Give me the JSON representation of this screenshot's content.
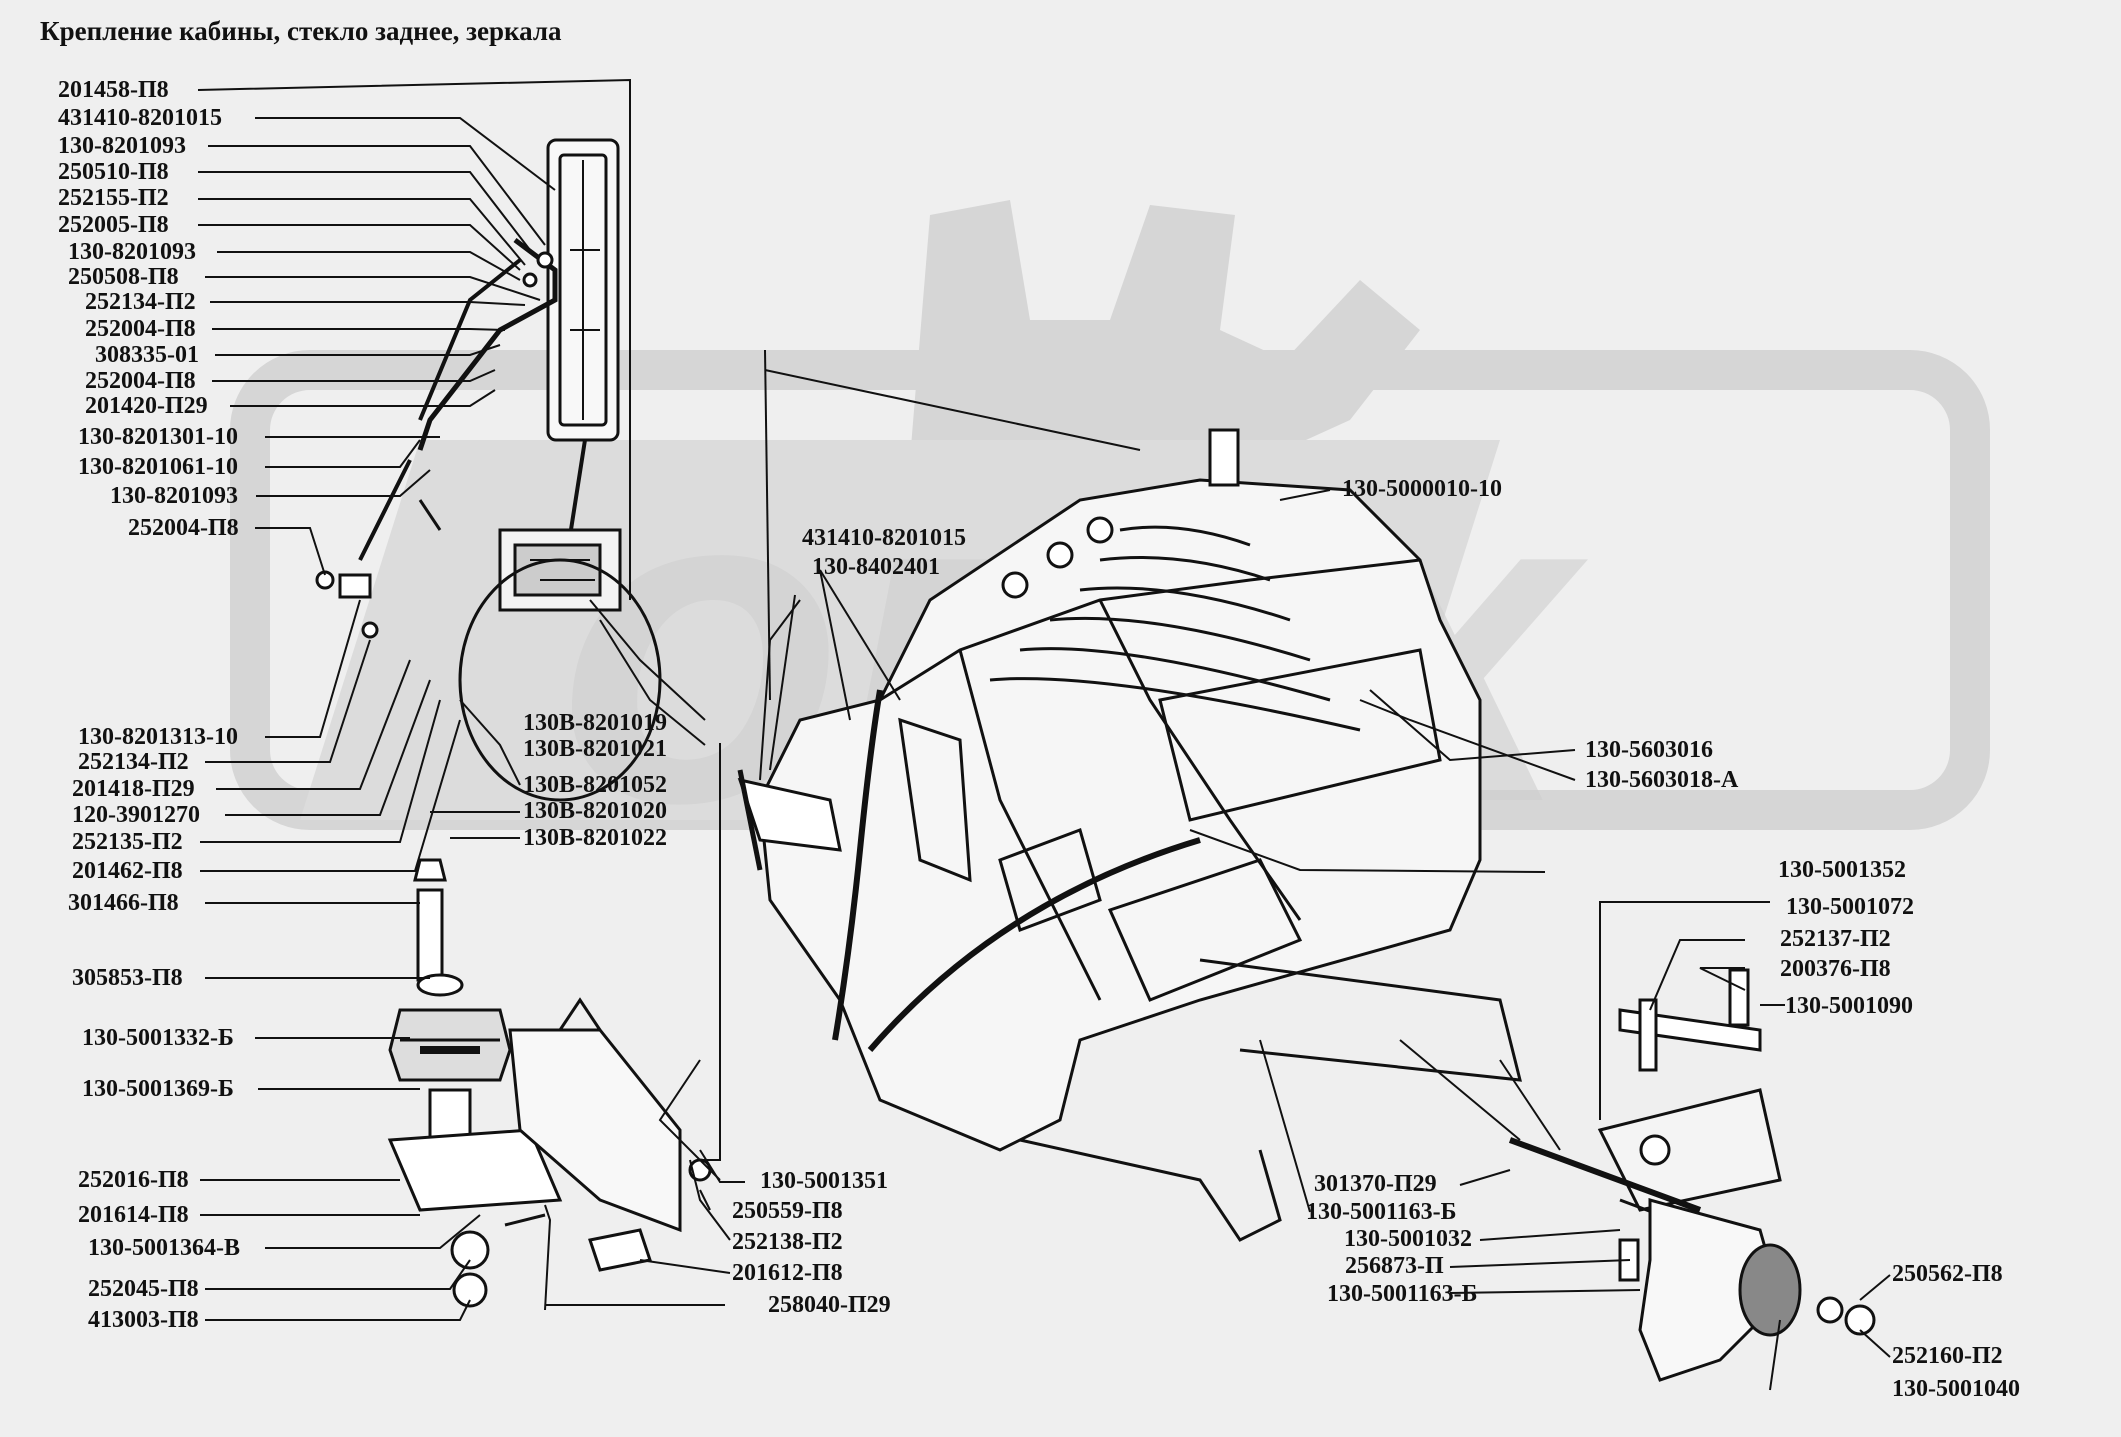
{
  "title": "Крепление кабины, стекло заднее, зеркала",
  "colors": {
    "line": "#111111",
    "watermark": "#d4d4d4",
    "background": "#efefef"
  },
  "watermark_text": "OREX",
  "labels": {
    "l1": "201458-П8",
    "l2": "431410-8201015",
    "l3": "130-8201093",
    "l4": "250510-П8",
    "l5": "252155-П2",
    "l6": "252005-П8",
    "l7": "130-8201093",
    "l8": "250508-П8",
    "l9": "252134-П2",
    "l10": "252004-П8",
    "l11": "308335-01",
    "l12": "252004-П8",
    "l13": "201420-П29",
    "l14": "130-8201301-10",
    "l15": "130-8201061-10",
    "l16": "130-8201093",
    "l17": "252004-П8",
    "l18": "130-8201313-10",
    "l19": "252134-П2",
    "l20": "201418-П29",
    "l21": "120-3901270",
    "l22": "252135-П2",
    "l23": "201462-П8",
    "l24": "301466-П8",
    "l25": "305853-П8",
    "l26": "130-5001332-Б",
    "l27": "130-5001369-Б",
    "l28": "252016-П8",
    "l29": "201614-П8",
    "l30": "130-5001364-В",
    "l31": "252045-П8",
    "l32": "413003-П8",
    "m1": "431410-8201015",
    "m2": "130-8402401",
    "m3": "130В-8201019",
    "m4": "130В-8201021",
    "m5": "130В-8201052",
    "m6": "130В-8201020",
    "m7": "130В-8201022",
    "b1": "130-5001351",
    "b2": "250559-П8",
    "b3": "252138-П2",
    "b4": "201612-П8",
    "b5": "258040-П29",
    "r1": "130-5000010-10",
    "r2": "130-5603016",
    "r3": "130-5603018-А",
    "r4": "130-5001352",
    "r5": "130-5001072",
    "r6": "252137-П2",
    "r7": "200376-П8",
    "r8": "130-5001090",
    "r9": "301370-П29",
    "r10": "130-5001163-Б",
    "r11": "130-5001032",
    "r12": "256873-П",
    "r13": "130-5001163-Б",
    "r14": "250562-П8",
    "r15": "252160-П2",
    "r16": "130-5001040"
  }
}
